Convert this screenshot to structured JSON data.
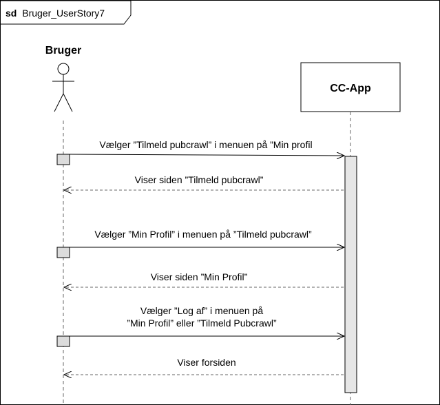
{
  "frame": {
    "keyword": "sd",
    "name": "Bruger_UserStory7"
  },
  "lifelines": {
    "actor": {
      "label": "Bruger",
      "icon": "stick-figure-icon"
    },
    "system": {
      "label": "CC-App"
    }
  },
  "messages": [
    {
      "direction": "call",
      "lines": [
        "Vælger ”Tilmeld pubcrawl” i menuen på ”Min profil"
      ]
    },
    {
      "direction": "return",
      "lines": [
        "Viser siden ”Tilmeld pubcrawl”"
      ]
    },
    {
      "direction": "call",
      "lines": [
        "Vælger ”Min Profil” i menuen på ”Tilmeld pubcrawl”"
      ]
    },
    {
      "direction": "return",
      "lines": [
        "Viser siden ”Min Profil”"
      ]
    },
    {
      "direction": "call",
      "lines": [
        "Vælger ”Log af” i menuen på",
        "”Min Profil” eller ”Tilmeld Pubcrawl”"
      ]
    },
    {
      "direction": "return",
      "lines": [
        "Viser forsiden"
      ]
    }
  ]
}
